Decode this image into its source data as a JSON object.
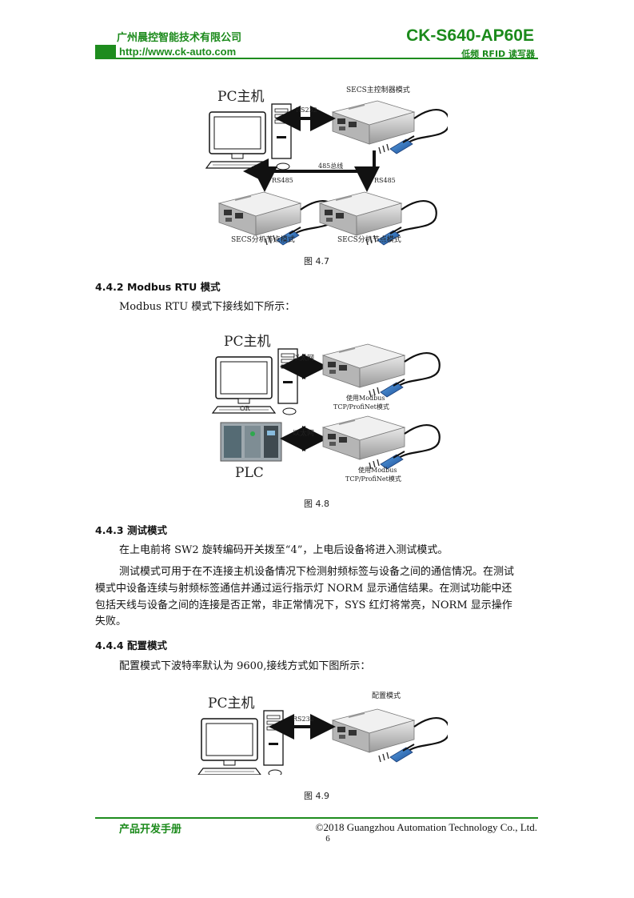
{
  "header": {
    "company": "广州晨控智能技术有限公司",
    "model": "CK-S640-AP60E",
    "url": "http://www.ck-auto.com",
    "subtitle": "低频 RFID 读写器"
  },
  "figure_47": {
    "pc_label": "PC主机",
    "master_label": "SECS主控制器模式",
    "link_rs232": "RS232",
    "bus_label": "485总线",
    "rs485_left": "RS485",
    "rs485_right": "RS485",
    "node_left_label": "SECS分机节点模式",
    "node_right_label": "SECS分机节点模式",
    "caption": "图 4.7"
  },
  "section_442": {
    "heading": "4.4.2  Modbus RTU 模式",
    "paragraph": "Modbus RTU 模式下接线如下所示："
  },
  "figure_48": {
    "pc_label": "PC主机",
    "link_top": "以太网",
    "or_label": "OR",
    "device_top_label_1": "使用Modbus",
    "device_top_label_2": "TCP/ProfiNet模式",
    "plc_label": "PLC",
    "link_bottom": "以太网",
    "device_bottom_label_1": "使用Modbus",
    "device_bottom_label_2": "TCP/ProfiNet模式",
    "caption": "图 4.8"
  },
  "section_443": {
    "heading": "4.4.3  测试模式",
    "para1": "在上电前将 SW2 旋转编码开关拨至“4”，上电后设备将进入测试模式。",
    "para2_line1": "测试模式可用于在不连接主机设备情况下检测射频标签与设备之间的通信情况。在测试",
    "para2_line2": "模式中设备连续与射频标签通信并通过运行指示灯 NORM 显示通信结果。在测试功能中还",
    "para2_line3": "包括天线与设备之间的连接是否正常，非正常情况下，SYS 红灯将常亮，NORM 显示操作",
    "para2_line4": "失败。"
  },
  "section_444": {
    "heading": "4.4.4  配置模式",
    "paragraph": "配置模式下波特率默认为 9600,接线方式如下图所示："
  },
  "figure_49": {
    "pc_label": "PC主机",
    "device_label": "配置模式",
    "link_rs232": "RS232",
    "caption": "图 4.9"
  },
  "footer": {
    "left": "产品开发手册",
    "right": "©2018 Guangzhou Automation Technology Co., Ltd.",
    "page": "6"
  }
}
